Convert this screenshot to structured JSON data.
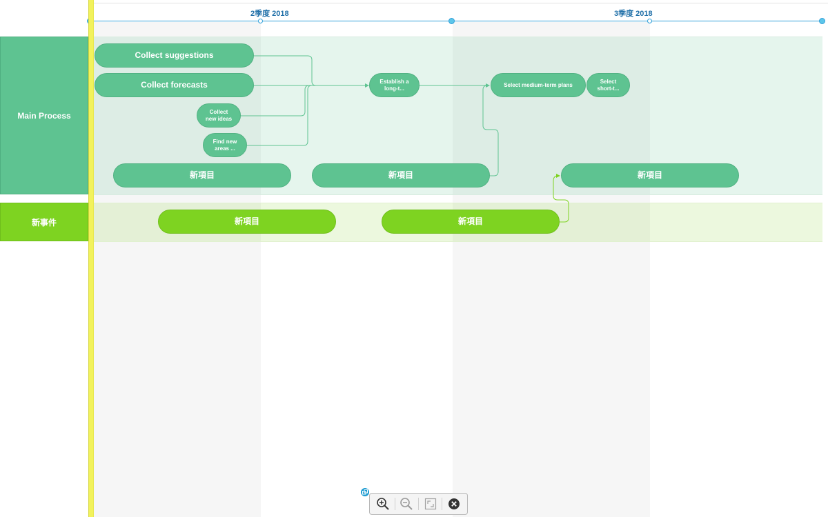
{
  "timeline": {
    "quarters": [
      {
        "label": "2季度 2018"
      },
      {
        "label": "3季度 2018"
      }
    ]
  },
  "lanes": [
    {
      "title": "Main Process"
    },
    {
      "title": "新事件"
    }
  ],
  "items": {
    "collect_suggestions": "Collect suggestions",
    "collect_forecasts": "Collect forecasts",
    "collect_new_ideas": "Collect new ideas",
    "find_new_areas": "Find new areas ...",
    "establish_long": "Establish a long-t...",
    "select_medium": "Select medium-term plans",
    "select_short": "Select short-t...",
    "main_new_1": "新項目",
    "main_new_2": "新項目",
    "main_new_3": "新項目",
    "event_new_1": "新項目",
    "event_new_2": "新項目"
  },
  "colors": {
    "main_lane": "#5ec391",
    "event_lane": "#7ed321",
    "timeline": "#2f9fd8",
    "today_marker": "#f2f25c"
  },
  "toolbar": {
    "icons": [
      "zoom-in-icon",
      "zoom-out-icon",
      "fit-to-screen-icon",
      "close-icon"
    ]
  }
}
